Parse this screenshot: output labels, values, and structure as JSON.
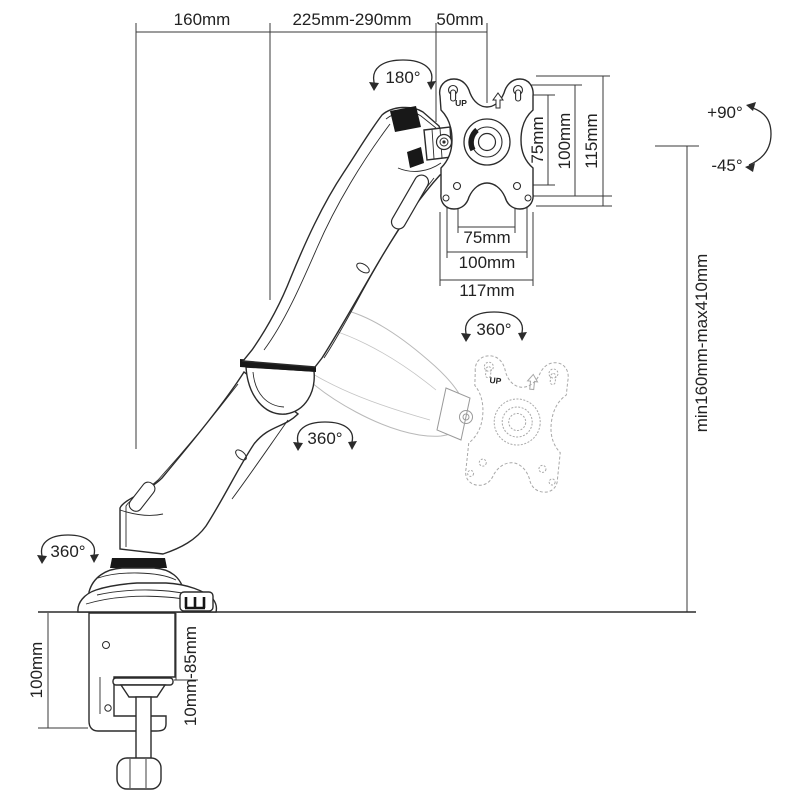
{
  "colors": {
    "line": "#2b2b2b",
    "dimension_line": "#3a3a3a",
    "ghost": "#b9b9b9",
    "accent_black": "#181818",
    "background": "#ffffff"
  },
  "dimensions": {
    "top": {
      "base_to_elbow": "160mm",
      "arm_reach": "225mm-290mm",
      "head_offset": "50mm"
    },
    "vesa_vertical": {
      "inner": "75mm",
      "middle": "100mm",
      "outer": "115mm"
    },
    "vesa_horizontal": {
      "inner": "75mm",
      "middle": "100mm",
      "outer": "117mm"
    },
    "height_range": "min160mm-max410mm",
    "clamp_bracket_height": "100mm",
    "desk_thickness_range": "10mm-85mm"
  },
  "rotations": {
    "head_swivel": "180°",
    "vesa_spin": "360°",
    "elbow_swivel": "360°",
    "base_swivel": "360°",
    "tilt_up": "+90°",
    "tilt_down": "-45°"
  },
  "markings": {
    "vesa_up": "UP",
    "ghost_up": "UP"
  }
}
